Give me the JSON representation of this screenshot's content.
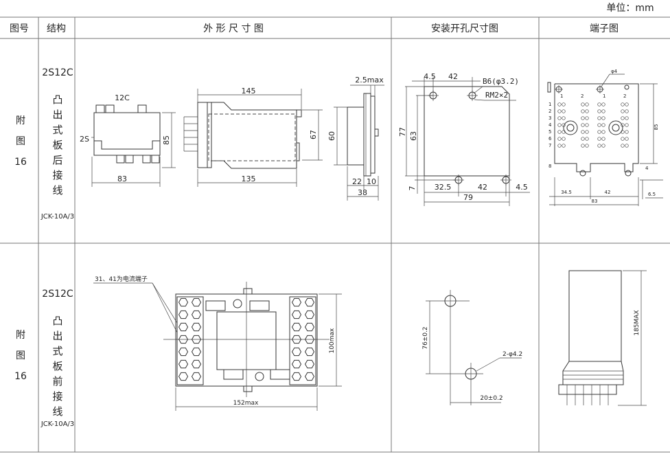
{
  "unit_label": "单位：mm",
  "headers": {
    "fig_no": "图号",
    "structure": "结构",
    "outline": "外 形 尺 寸 图",
    "cutout": "安装开孔尺寸图",
    "terminal": "端子图"
  },
  "rows": [
    {
      "fig": [
        "附",
        "图",
        "16"
      ],
      "model": "2S12C",
      "type_chars": [
        "凸",
        "出",
        "式",
        "板",
        "后",
        "接",
        "线"
      ],
      "product": "JCK-10A/3",
      "outline": {
        "front_label_top": "12C",
        "front_label_side": "2S",
        "front_height": "85",
        "front_width": "83",
        "side_top": "145",
        "side_bottom": "135",
        "side_height": "67",
        "end_top": "2.5max",
        "end_height": "60",
        "end_w1": "22",
        "end_w2": "10",
        "end_total": "38"
      },
      "cutout": {
        "d_left": "4.5",
        "d_top": "42",
        "hole": "B6(φ3.2)",
        "thread": "RM2×2",
        "h_total": "77",
        "h_inner": "63",
        "h_bottom": "7",
        "w_left": "32.5",
        "w_mid": "42",
        "w_right": "4.5",
        "w_total": "79"
      },
      "terminal": {
        "phi": "φ4",
        "top_nums": [
          "1",
          "2",
          "1",
          "2"
        ],
        "height": "85",
        "d_bot": "4",
        "d_side": "6.5",
        "w_left": "34.5",
        "w_mid": "42",
        "w_total": "83",
        "row_nums": [
          "1",
          "2",
          "3",
          "4",
          "5",
          "6",
          "7",
          "8"
        ]
      }
    },
    {
      "fig": [
        "附",
        "图",
        "16"
      ],
      "model": "2S12C",
      "type_chars": [
        "凸",
        "出",
        "式",
        "板",
        "前",
        "接",
        "线"
      ],
      "product": "JCK-10A/3",
      "outline": {
        "note": "31、41为电流端子",
        "height": "100max",
        "width": "152max"
      },
      "cutout": {
        "height": "76±0.2",
        "hole": "2-φ4.2",
        "width": "20±0.2"
      },
      "terminal": {
        "height": "185MAX"
      }
    }
  ]
}
